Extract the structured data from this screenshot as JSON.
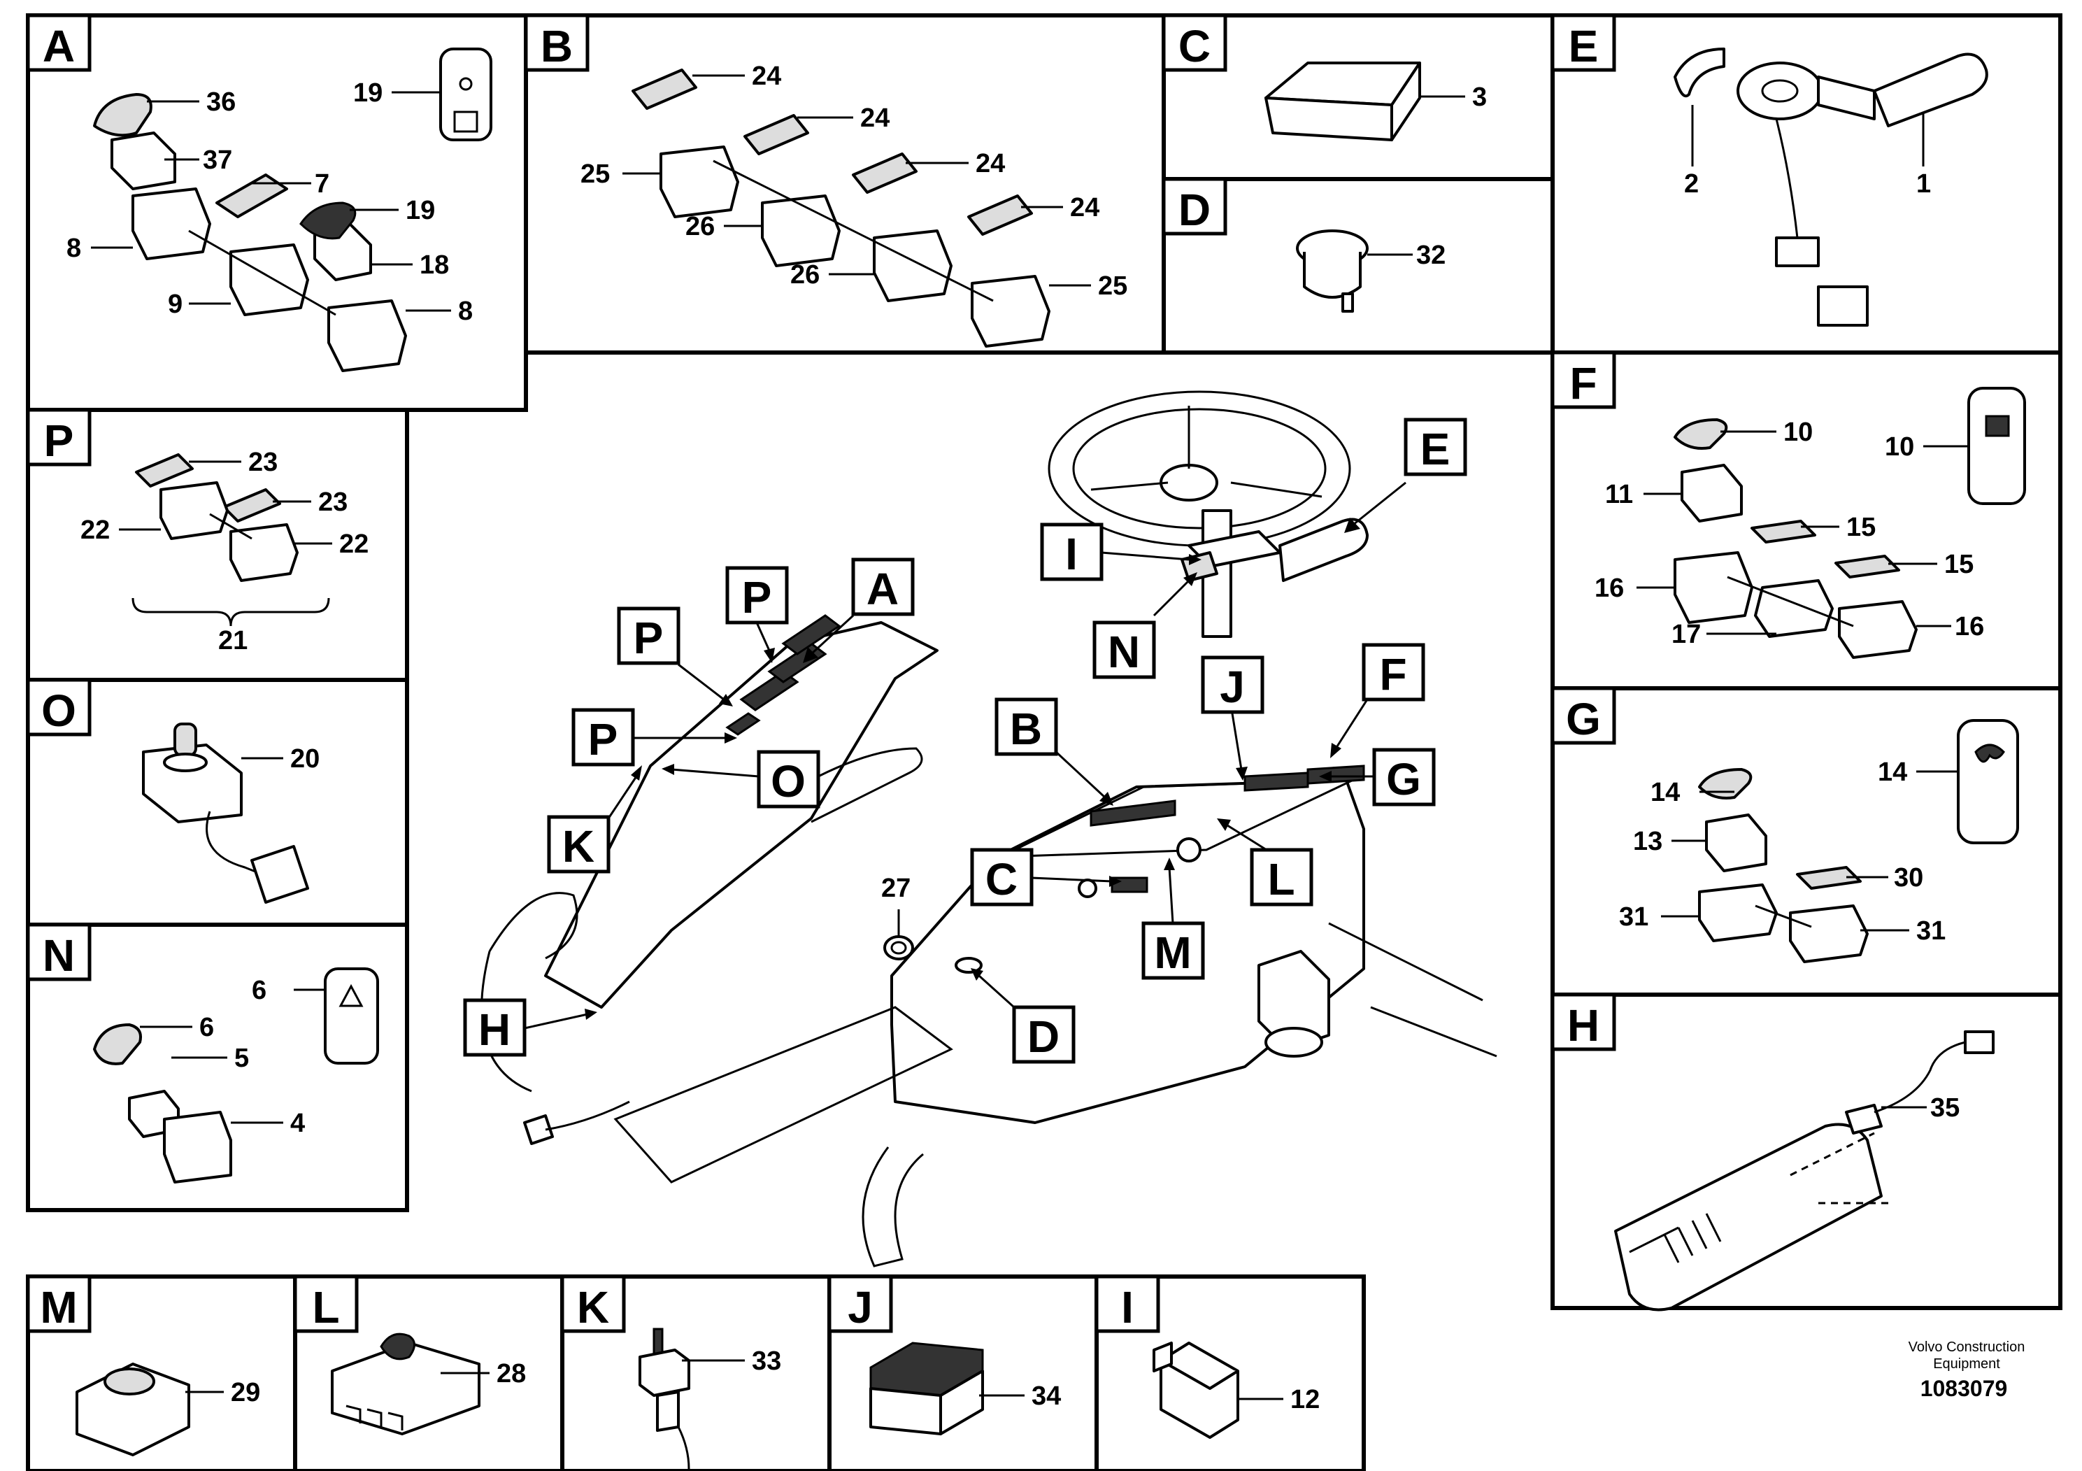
{
  "panels": {
    "A": {
      "tag": "A",
      "labels": [
        "36",
        "37",
        "7",
        "19",
        "18",
        "8",
        "9",
        "8",
        "19"
      ]
    },
    "B": {
      "tag": "B",
      "labels": [
        "24",
        "24",
        "24",
        "24",
        "25",
        "26",
        "26",
        "25"
      ]
    },
    "C": {
      "tag": "C",
      "labels": [
        "3"
      ]
    },
    "D": {
      "tag": "D",
      "labels": [
        "32"
      ]
    },
    "E": {
      "tag": "E",
      "labels": [
        "2",
        "1"
      ]
    },
    "F": {
      "tag": "F",
      "labels": [
        "10",
        "10",
        "11",
        "15",
        "15",
        "16",
        "17",
        "16"
      ]
    },
    "G": {
      "tag": "G",
      "labels": [
        "14",
        "14",
        "13",
        "30",
        "31",
        "31"
      ]
    },
    "H": {
      "tag": "H",
      "labels": [
        "35"
      ]
    },
    "P": {
      "tag": "P",
      "labels": [
        "23",
        "23",
        "22",
        "22",
        "21"
      ]
    },
    "O": {
      "tag": "O",
      "labels": [
        "20"
      ]
    },
    "N": {
      "tag": "N",
      "labels": [
        "6",
        "6",
        "5",
        "4"
      ]
    },
    "M": {
      "tag": "M",
      "labels": [
        "29"
      ]
    },
    "L": {
      "tag": "L",
      "labels": [
        "28"
      ]
    },
    "K": {
      "tag": "K",
      "labels": [
        "33"
      ]
    },
    "J": {
      "tag": "J",
      "labels": [
        "34"
      ]
    },
    "I": {
      "tag": "I",
      "labels": [
        "12"
      ]
    }
  },
  "overview": {
    "callouts": [
      "I",
      "E",
      "N",
      "P",
      "A",
      "P",
      "P",
      "O",
      "K",
      "B",
      "J",
      "F",
      "G",
      "C",
      "L",
      "M",
      "H",
      "D"
    ],
    "labels": [
      "27"
    ]
  },
  "footer": {
    "company_line1": "Volvo Construction",
    "company_line2": "Equipment",
    "drawing_number": "1083079"
  }
}
